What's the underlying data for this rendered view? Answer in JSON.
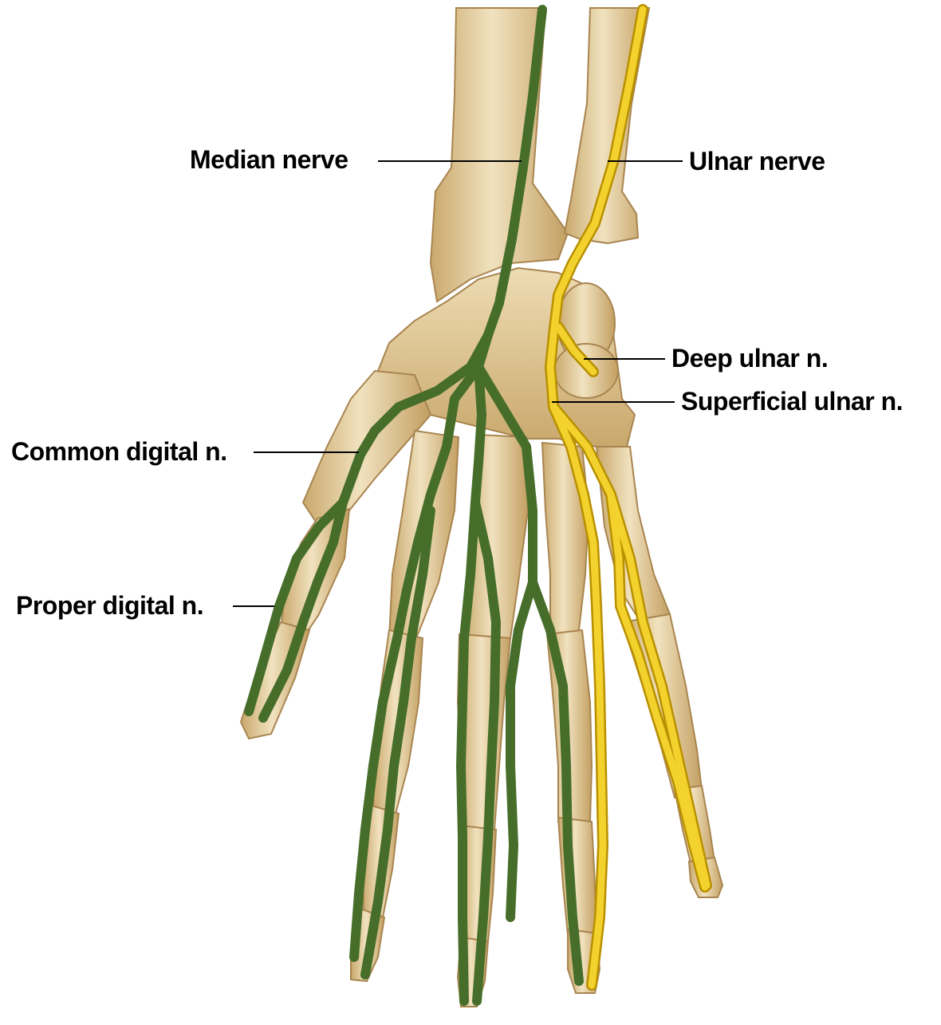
{
  "colors": {
    "background": "#ffffff",
    "bone_fill": "#e8d4a8",
    "bone_shade": "#c9a86c",
    "bone_outline": "#a88550",
    "median_nerve": "#466e2a",
    "ulnar_nerve": "#f3d22e",
    "ulnar_outline": "#b89000",
    "leader_line": "#000000"
  },
  "labels": {
    "median_nerve": "Median nerve",
    "ulnar_nerve": "Ulnar nerve",
    "deep_ulnar": "Deep ulnar n.",
    "superficial_ulnar": "Superficial ulnar n.",
    "common_digital": "Common digital n.",
    "proper_digital": "Proper digital n."
  },
  "structures": {
    "bones": [
      "radius",
      "ulna",
      "carpal-bones",
      "metacarpals",
      "phalanges"
    ],
    "nerves": [
      "median-nerve",
      "ulnar-nerve",
      "deep-ulnar-branch",
      "superficial-ulnar-branch",
      "common-digital-nerves",
      "proper-digital-nerves"
    ]
  }
}
